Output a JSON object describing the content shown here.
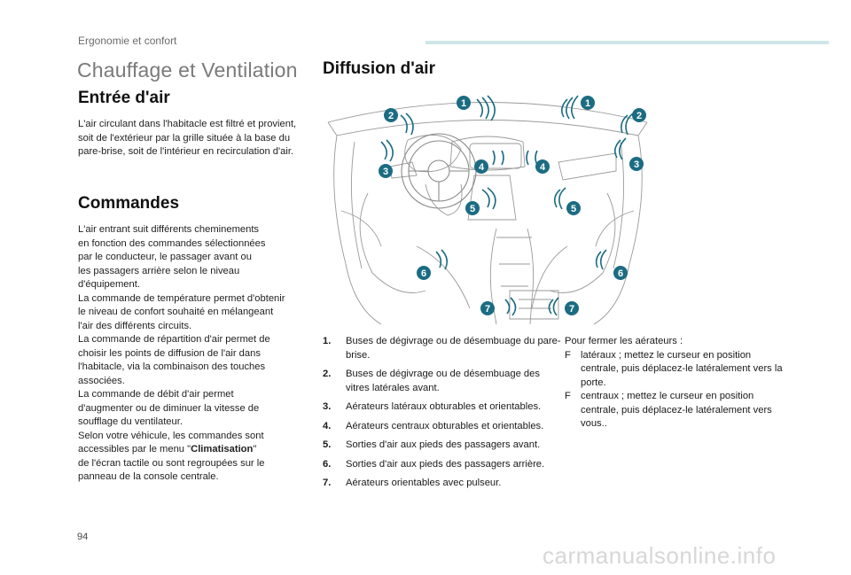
{
  "header": {
    "section": "Ergonomie et confort",
    "accent_color": "#cfe6e9"
  },
  "main_title": "Chauffage et Ventilation",
  "entree": {
    "title": "Entrée d'air",
    "text": "L'air circulant dans l'habitacle est filtré et provient, soit de l'extérieur par la grille située à la base du pare-brise, soit de l'intérieur en recirculation d'air."
  },
  "commandes": {
    "title": "Commandes",
    "lines": [
      "L'air entrant suit différents cheminements",
      "en fonction des commandes sélectionnées",
      "par le conducteur, le passager avant ou",
      "les passagers arrière selon le niveau",
      "d'équipement.",
      "La commande de température permet d'obtenir",
      "le niveau de confort souhaité en mélangeant",
      "l'air des différents circuits.",
      "La commande de répartition d'air permet de",
      "choisir les points de diffusion de l'air dans",
      "l'habitacle, via la combinaison des touches",
      "associées.",
      "La commande de débit d'air permet",
      "d'augmenter ou de diminuer la vitesse de",
      "soufflage du ventilateur.",
      "Selon votre véhicule, les commandes sont"
    ],
    "menu_before": "accessibles par le menu \"",
    "menu_name": "Climatisation",
    "menu_after": "\"",
    "tail_lines": [
      "de l'écran tactile ou sont regroupées sur le",
      "panneau de la console centrale."
    ]
  },
  "diffusion": {
    "title": "Diffusion d'air",
    "badge_color": "#1b6c82",
    "badges": [
      "1",
      "1",
      "2",
      "2",
      "3",
      "3",
      "4",
      "4",
      "5",
      "5",
      "6",
      "6",
      "7",
      "7"
    ],
    "items": [
      {
        "num": "1.",
        "text": "Buses de dégivrage ou de désembuage du pare-brise."
      },
      {
        "num": "2.",
        "text": "Buses de dégivrage ou de désembuage des vitres latérales avant."
      },
      {
        "num": "3.",
        "text": "Aérateurs latéraux obturables et orientables."
      },
      {
        "num": "4.",
        "text": "Aérateurs centraux obturables et orientables."
      },
      {
        "num": "5.",
        "text": "Sorties d'air aux pieds des passagers avant."
      },
      {
        "num": "6.",
        "text": "Sorties d'air aux pieds des passagers arrière."
      },
      {
        "num": "7.",
        "text": "Aérateurs orientables avec pulseur."
      }
    ]
  },
  "fermer": {
    "title": "Pour fermer les aérateurs :",
    "bullet_glyph": "F",
    "items": [
      "latéraux ; mettez le curseur en position centrale, puis déplacez-le latéralement vers la porte.",
      "centraux ; mettez le curseur en position centrale, puis déplacez-le latéralement vers vous.."
    ]
  },
  "page_number": "94",
  "watermark": "carmanualsonline.info"
}
